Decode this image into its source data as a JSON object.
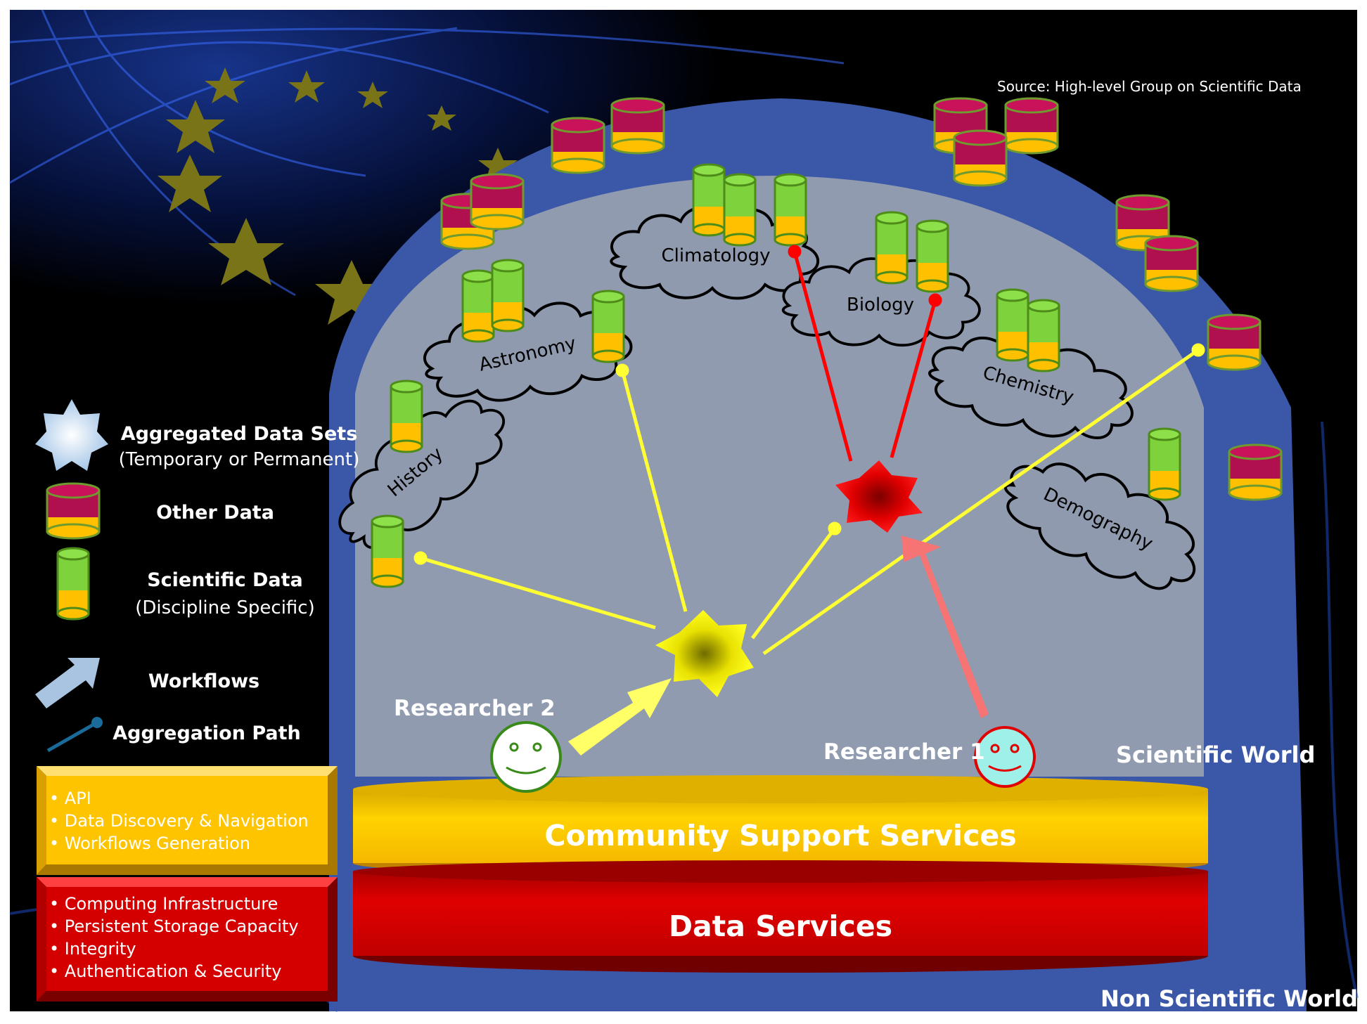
{
  "source": "Source: High-level Group on Scientific Data",
  "disciplines": [
    "Climatology",
    "Biology",
    "Astronomy",
    "Chemistry",
    "History",
    "Demography"
  ],
  "legend": {
    "aggregated_title": "Aggregated Data Sets",
    "aggregated_sub": "(Temporary or  Permanent)",
    "other_data": "Other Data",
    "scientific_title": "Scientific Data",
    "scientific_sub": "(Discipline Specific)",
    "workflows": "Workflows",
    "aggregation_path": "Aggregation Path"
  },
  "researchers": [
    "Researcher 1",
    "Researcher 2"
  ],
  "worlds": {
    "scientific": "Scientific World",
    "non_scientific": "Non Scientific World"
  },
  "layers": {
    "community": "Community Support Services",
    "data": "Data Services"
  },
  "community_items": [
    "• API",
    "• Data Discovery & Navigation",
    "• Workflows Generation"
  ],
  "data_items": [
    "• Computing Infrastructure",
    "•  Persistent Storage Capacity",
    "•  Integrity",
    "•  Authentication & Security"
  ],
  "colors": {
    "dome_outer": "#3b57a8",
    "dome_inner": "#8e9bb0",
    "community": "#f5c400",
    "data": "#cc0000",
    "aggregation_path": "#ffff33",
    "red_path": "#ff0000"
  }
}
